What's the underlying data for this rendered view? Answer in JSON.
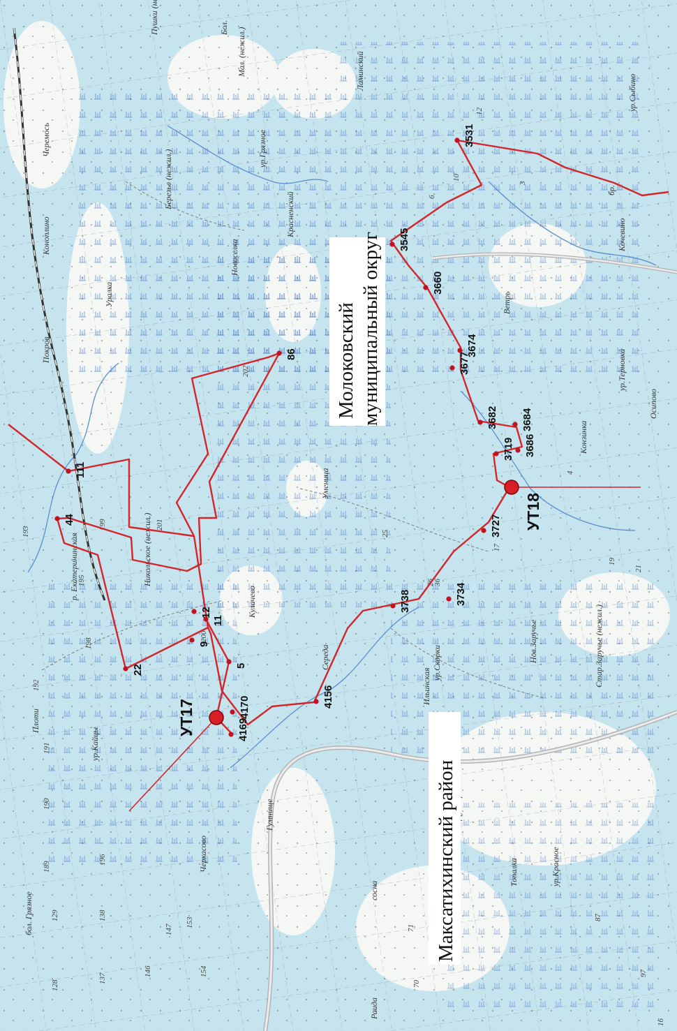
{
  "map": {
    "districts": [
      {
        "id": "molokovsky",
        "lines": [
          "Молоковский",
          "муниципальный округ"
        ]
      },
      {
        "id": "maksatikhinsky",
        "lines": [
          "Максатихинский район"
        ]
      }
    ],
    "points": [
      {
        "id": "ut17",
        "label": "УТ17"
      },
      {
        "id": "ut18",
        "label": "УТ18"
      }
    ],
    "vertex_labels": [
      "44",
      "111",
      "86",
      "12",
      "11",
      "9",
      "5",
      "22",
      "4170",
      "4169",
      "4156",
      "3738",
      "3734",
      "3727",
      "3719",
      "3686",
      "3684",
      "3682",
      "3677",
      "3674",
      "3660",
      "3545",
      "3531"
    ],
    "places": [
      "Покров",
      "Коноплино",
      "Черемось",
      "Березье (нежил.)",
      "Новоселка",
      "Уралка",
      "Бол.",
      "Мал. (нежил.)",
      "ур.Грязное",
      "Красненский",
      "Пушки (нежил.)",
      "Ламинский",
      "Кулачево",
      "Уменица",
      "Никольское (нежил.)",
      "р. Екатерининская",
      "Плоти",
      "ур.Кайцы",
      "Гумнище",
      "Середа",
      "ур.Скорки",
      "Нов.Заручье",
      "Стар.Заручье (нежил.)",
      "Конзинка",
      "Осипово",
      "ур.Терновка",
      "Ветрь",
      "Кочевино",
      "ур.Сыбино",
      "Дупище",
      "ур.Красное",
      "Топалка",
      "Раида",
      "бол. Грязное",
      "Ильинская",
      "Черкасово",
      "сосна",
      "бр."
    ],
    "block_numbers": [
      "193",
      "199",
      "201",
      "195",
      "202",
      "200",
      "198",
      "192",
      "191",
      "190",
      "189",
      "196",
      "129",
      "138",
      "128",
      "137",
      "146",
      "147",
      "153",
      "154",
      "25",
      "26",
      "10",
      "17",
      "19",
      "21",
      "12",
      "6",
      "3",
      "4",
      "36",
      "87",
      "97",
      "71",
      "70",
      "16"
    ]
  }
}
